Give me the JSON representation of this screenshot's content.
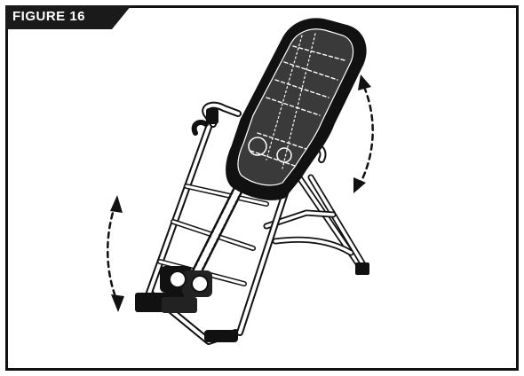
{
  "figure": {
    "label": "FIGURE 16"
  },
  "colors": {
    "ink": "#111111",
    "paper": "#ffffff",
    "tab": "#1a1a1a"
  },
  "illustration": {
    "subject": "inversion-table",
    "arrows": [
      "rotate-arrow-left",
      "rotate-arrow-right"
    ]
  }
}
